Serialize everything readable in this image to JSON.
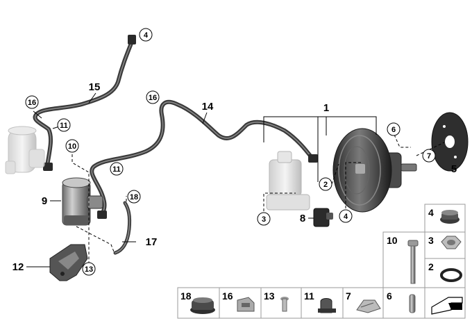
{
  "diagram": {
    "callouts": [
      "1",
      "2",
      "3",
      "4",
      "5",
      "6",
      "7",
      "8",
      "9",
      "10",
      "11",
      "12",
      "13",
      "14",
      "15",
      "16",
      "17",
      "18"
    ],
    "circled_labels": {
      "a4_top": "4",
      "a16_left": "16",
      "a11_left": "11",
      "a10": "10",
      "a11_mid": "11",
      "a18": "18",
      "a13": "13",
      "a16_mid": "16",
      "a6": "6",
      "a7": "7",
      "a2": "2",
      "a3": "3",
      "a4_low": "4"
    },
    "plain_labels": {
      "p15": "15",
      "p14": "14",
      "p1": "1",
      "p5": "5",
      "p9": "9",
      "p8": "8",
      "p17": "17",
      "p12": "12"
    },
    "parts_table": {
      "right_column": [
        "4",
        "3",
        "2"
      ],
      "tall_cells": [
        "10",
        "6"
      ],
      "bottom_row": [
        "18",
        "16",
        "13",
        "11",
        "7"
      ]
    }
  }
}
